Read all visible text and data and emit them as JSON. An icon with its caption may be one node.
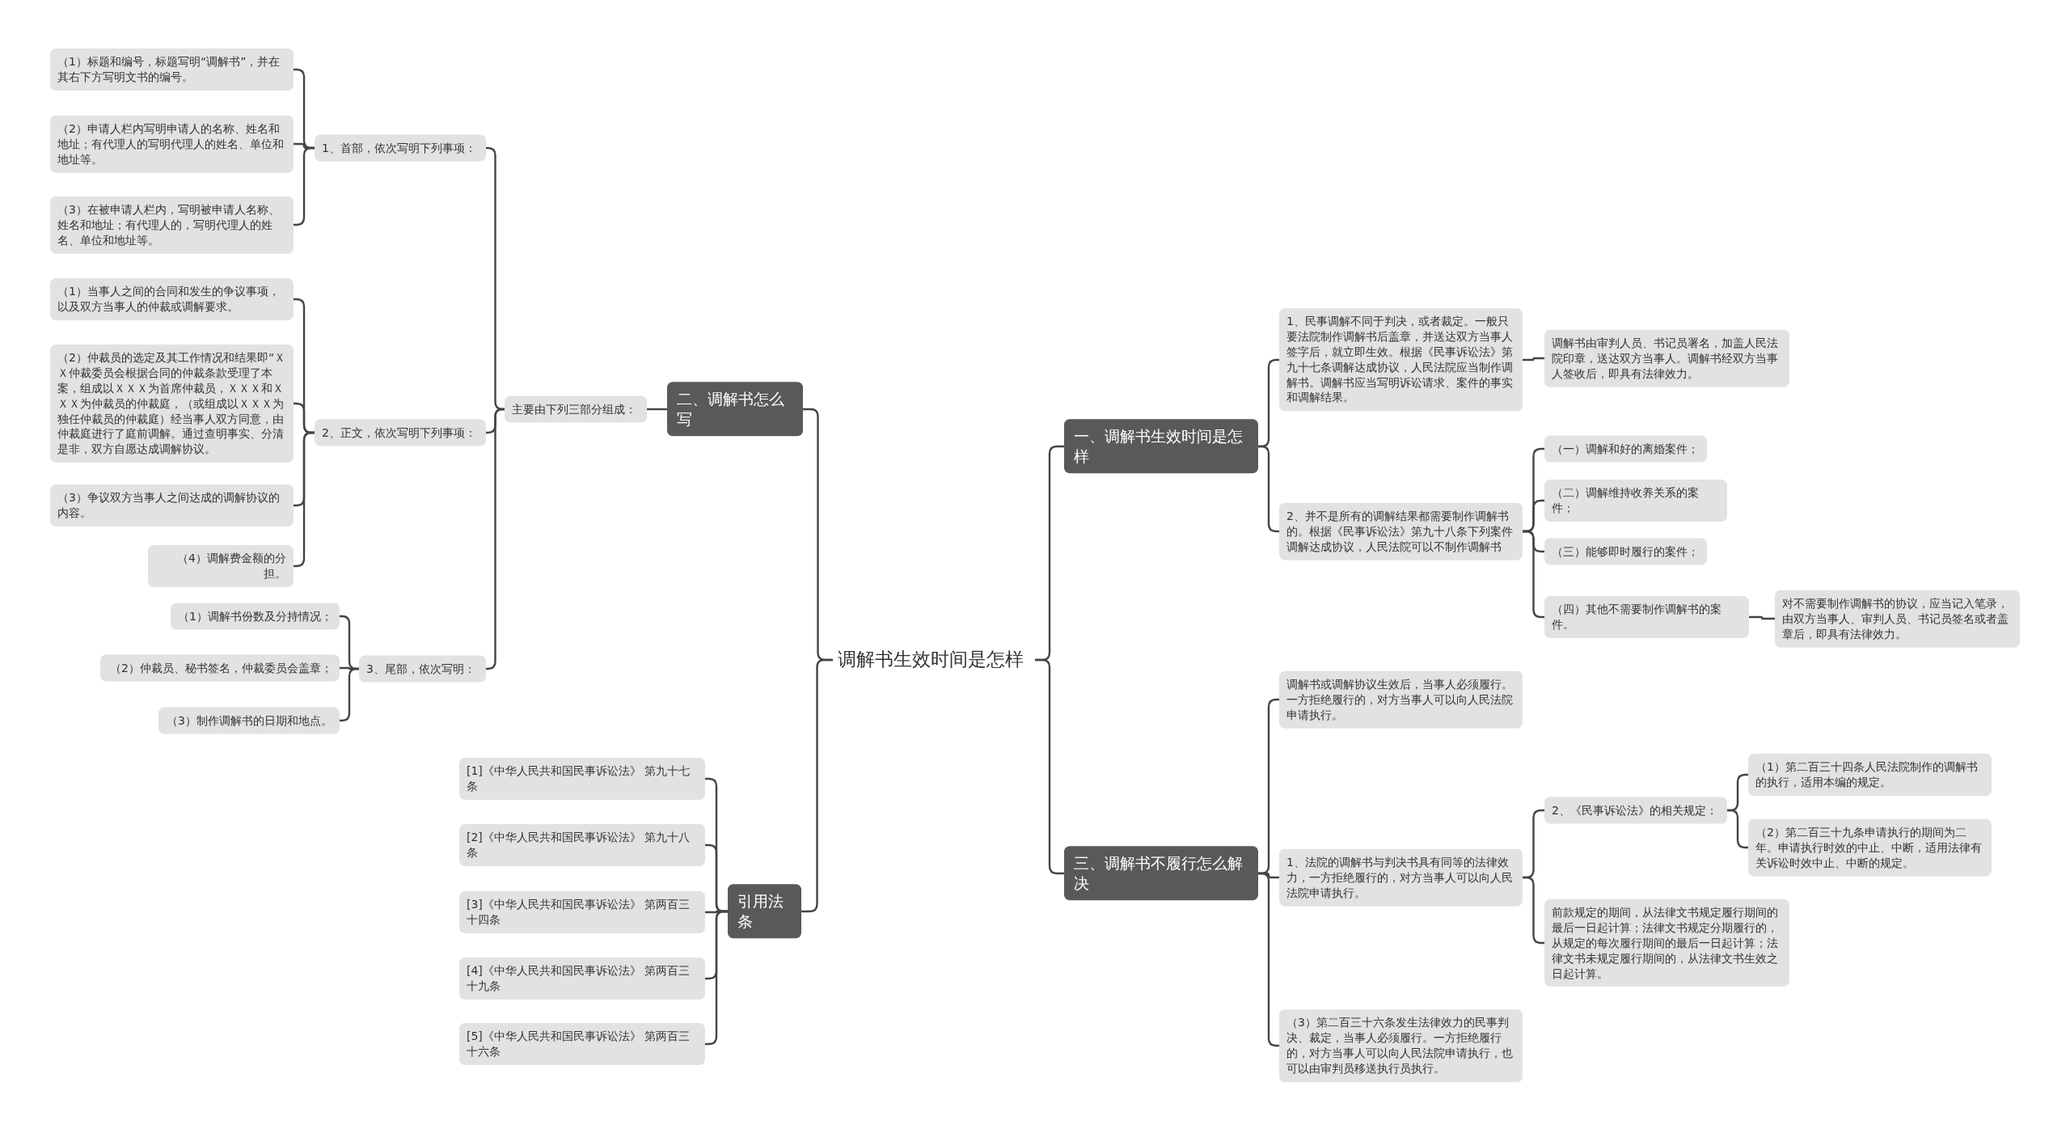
{
  "diagram": {
    "nodes": [
      {
        "text": [
          "调解书生效时间是怎样"
        ]
      },
      {
        "text": [
          "二、调解书怎么写"
        ]
      },
      {
        "text": [
          "主要由下列三部分组成："
        ]
      },
      {
        "text": [
          "1、首部，依次写明下列事项："
        ]
      },
      {
        "text": [
          "（1）标题和编号，标题写明“调解书”，并在其右下方写明文书的编号。"
        ]
      },
      {
        "text": [
          "（2）申请人栏内写明申请人的名称、姓名和地址；有代理人的写明代理人的姓名、单位和地址等。"
        ]
      },
      {
        "text": [
          "（3）在被申请人栏内，写明被申请人名称、姓名和地址；有代理人的，写明代理人的姓名、单位和地址等。"
        ]
      },
      {
        "text": [
          "2、正文，依次写明下列事项："
        ]
      },
      {
        "text": [
          "（1）当事人之间的合同和发生的争议事项，以及双方当事人的仲裁或调解要求。"
        ]
      },
      {
        "text": [
          "（2）仲裁员的选定及其工作情况和结果即“ＸＸ仲裁委员会根据合同的仲裁条款受理了本案，组成以ＸＸＸ为首席仲裁员，ＸＸＸ和ＸＸＸ为仲裁员的仲裁庭，（或组成以ＸＸＸ为独任仲裁员的仲裁庭）经当事人双方同意，由仲裁庭进行了庭前调解。通过查明事实、分清是非，双方自愿达成调解协议。"
        ]
      },
      {
        "text": [
          "（3）争议双方当事人之间达成的调解协议的内容。"
        ]
      },
      {
        "text": [
          "（4）调解费金额的分担。"
        ]
      },
      {
        "text": [
          "3、尾部，依次写明："
        ]
      },
      {
        "text": [
          "（1）调解书份数及分持情况；"
        ]
      },
      {
        "text": [
          "（2）仲裁员、秘书签名，仲裁委员会盖章；"
        ]
      },
      {
        "text": [
          "（3）制作调解书的日期和地点。"
        ]
      },
      {
        "text": [
          "引用法条"
        ]
      },
      {
        "text": [
          "[1]《中华人民共和国民事诉讼法》 第九十七条"
        ]
      },
      {
        "text": [
          "[2]《中华人民共和国民事诉讼法》 第九十八条"
        ]
      },
      {
        "text": [
          "[3]《中华人民共和国民事诉讼法》 第两百三十四条"
        ]
      },
      {
        "text": [
          "[4]《中华人民共和国民事诉讼法》 第两百三十九条"
        ]
      },
      {
        "text": [
          "[5]《中华人民共和国民事诉讼法》 第两百三十六条"
        ]
      },
      {
        "text": [
          "一、调解书生效时间是怎样"
        ]
      },
      {
        "text": [
          "1、民事调解不同于判决，或者裁定。一般只要法院制作调解书后盖章，并送达双方当事人签字后，就立即生效。根据《民事诉讼法》第九十七条调解达成协议，人民法院应当制作调解书。调解书应当写明诉讼请求、案件的事实和调解结果。"
        ]
      },
      {
        "text": [
          "调解书由审判人员、书记员署名，加盖人民法院印章，送达双方当事人。调解书经双方当事人签收后，即具有法律效力。"
        ]
      },
      {
        "text": [
          "2、并不是所有的调解结果都需要制作调解书的。根据《民事诉讼法》第九十八条下列案件调解达成协议，人民法院可以不制作调解书"
        ]
      },
      {
        "text": [
          "（一）调解和好的离婚案件；"
        ]
      },
      {
        "text": [
          "（二）调解维持收养关系的案件；"
        ]
      },
      {
        "text": [
          "（三）能够即时履行的案件；"
        ]
      },
      {
        "text": [
          "（四）其他不需要制作调解书的案件。"
        ]
      },
      {
        "text": [
          "对不需要制作调解书的协议，应当记入笔录，由双方当事人、审判人员、书记员签名或者盖章后，即具有法律效力。"
        ]
      },
      {
        "text": [
          "三、调解书不履行怎么解决"
        ]
      },
      {
        "text": [
          "调解书或调解协议生效后，当事人必须履行。一方拒绝履行的，对方当事人可以向人民法院申请执行。"
        ]
      },
      {
        "text": [
          "1、法院的调解书与判决书具有同等的法律效力，一方拒绝履行的，对方当事人可以向人民法院申请执行。"
        ]
      },
      {
        "text": [
          "2、《民事诉讼法》的相关规定："
        ]
      },
      {
        "text": [
          "（1）第二百三十四条人民法院制作的调解书的执行，适用本编的规定。"
        ]
      },
      {
        "text": [
          "（2）第二百三十九条申请执行的期间为二年。申请执行时效的中止、中断，适用法律有关诉讼时效中止、中断的规定。"
        ]
      },
      {
        "text": [
          "前款规定的期间，从法律文书规定履行期间的最后一日起计算；法律文书规定分期履行的，从规定的每次履行期间的最后一日起计算；法律文书未规定履行期间的，从法律文书生效之日起计算。"
        ]
      },
      {
        "text": [
          "（3）第二百三十六条发生法律效力的民事判决、裁定，当事人必须履行。一方拒绝履行的，对方当事人可以向人民法院申请执行，也可以由审判员移送执行员执行。"
        ]
      }
    ],
    "edges": [
      {
        "from": 0,
        "to": 1,
        "arrow": "none"
      },
      {
        "from": 0,
        "to": 16,
        "arrow": "none"
      },
      {
        "from": 0,
        "to": 22,
        "arrow": "none"
      },
      {
        "from": 0,
        "to": 31,
        "arrow": "none"
      },
      {
        "from": 1,
        "to": 2,
        "arrow": "none"
      },
      {
        "from": 2,
        "to": 3,
        "arrow": "none"
      },
      {
        "from": 2,
        "to": 7,
        "arrow": "none"
      },
      {
        "from": 2,
        "to": 12,
        "arrow": "none"
      },
      {
        "from": 3,
        "to": 4,
        "arrow": "none"
      },
      {
        "from": 3,
        "to": 5,
        "arrow": "none"
      },
      {
        "from": 3,
        "to": 6,
        "arrow": "none"
      },
      {
        "from": 7,
        "to": 8,
        "arrow": "none"
      },
      {
        "from": 7,
        "to": 9,
        "arrow": "none"
      },
      {
        "from": 7,
        "to": 10,
        "arrow": "none"
      },
      {
        "from": 7,
        "to": 11,
        "arrow": "none"
      },
      {
        "from": 12,
        "to": 13,
        "arrow": "none"
      },
      {
        "from": 12,
        "to": 14,
        "arrow": "none"
      },
      {
        "from": 12,
        "to": 15,
        "arrow": "none"
      },
      {
        "from": 16,
        "to": 17,
        "arrow": "none"
      },
      {
        "from": 16,
        "to": 18,
        "arrow": "none"
      },
      {
        "from": 16,
        "to": 19,
        "arrow": "none"
      },
      {
        "from": 16,
        "to": 20,
        "arrow": "none"
      },
      {
        "from": 16,
        "to": 21,
        "arrow": "none"
      },
      {
        "from": 22,
        "to": 23,
        "arrow": "none"
      },
      {
        "from": 22,
        "to": 25,
        "arrow": "none"
      },
      {
        "from": 23,
        "to": 24,
        "arrow": "none"
      },
      {
        "from": 25,
        "to": 26,
        "arrow": "none"
      },
      {
        "from": 25,
        "to": 27,
        "arrow": "none"
      },
      {
        "from": 25,
        "to": 28,
        "arrow": "none"
      },
      {
        "from": 25,
        "to": 29,
        "arrow": "none"
      },
      {
        "from": 29,
        "to": 30,
        "arrow": "none"
      },
      {
        "from": 31,
        "to": 32,
        "arrow": "none"
      },
      {
        "from": 31,
        "to": 33,
        "arrow": "none"
      },
      {
        "from": 31,
        "to": 38,
        "arrow": "none"
      },
      {
        "from": 33,
        "to": 34,
        "arrow": "none"
      },
      {
        "from": 33,
        "to": 37,
        "arrow": "none"
      },
      {
        "from": 34,
        "to": 35,
        "arrow": "none"
      },
      {
        "from": 34,
        "to": 36,
        "arrow": "none"
      }
    ]
  }
}
